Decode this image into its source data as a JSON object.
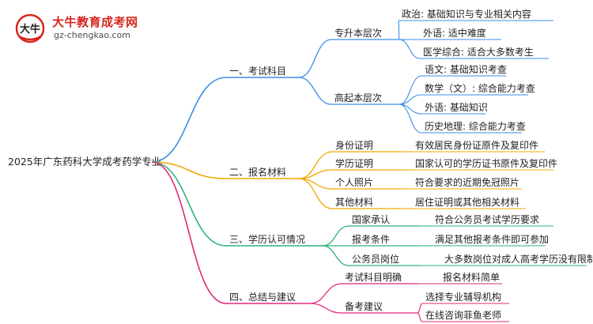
{
  "logo": {
    "title": "大牛教育成考网",
    "url": "gz-chengkao.com",
    "badge_text": "大牛"
  },
  "root": {
    "label": "2025年广东药科大学成考药学专业"
  },
  "branches": [
    {
      "label": "一、考试科目",
      "color": "#3a8ee6",
      "children": [
        {
          "label": "专升本层次",
          "children": [
            "政治: 基础知识与专业相关内容",
            "外语: 适中难度",
            "医学综合: 适合大多数考生"
          ]
        },
        {
          "label": "高起本层次",
          "children": [
            "语文: 基础知识考查",
            "数学（文）: 综合能力考查",
            "外语: 基础知识",
            "历史地理: 综合能力考查"
          ]
        }
      ]
    },
    {
      "label": "二、报名材料",
      "color": "#f0a800",
      "children": [
        {
          "label": "身份证明",
          "children": [
            "有效居民身份证原件及复印件"
          ]
        },
        {
          "label": "学历证明",
          "children": [
            "国家认可的学历证书原件及复印件"
          ]
        },
        {
          "label": "个人照片",
          "children": [
            "符合要求的近期免冠照片"
          ]
        },
        {
          "label": "其他材料",
          "children": [
            "居住证明或其他相关材料"
          ]
        }
      ]
    },
    {
      "label": "三、学历认可情况",
      "color": "#2db37a",
      "children": [
        {
          "label": "国家承认",
          "children": [
            "符合公务员考试学历要求"
          ]
        },
        {
          "label": "报考条件",
          "children": [
            "满足其他报考条件即可参加"
          ]
        },
        {
          "label": "公务员岗位",
          "children": [
            "大多数岗位对成人高考学历没有限制"
          ]
        }
      ]
    },
    {
      "label": "四、总结与建议",
      "color": "#e0287a",
      "children": [
        {
          "label": "考试科目明确",
          "children": [
            "报名材料简单"
          ]
        },
        {
          "label": "备考建议",
          "children": [
            "选择专业辅导机构",
            "在线咨询菲鱼老师"
          ]
        }
      ]
    }
  ]
}
